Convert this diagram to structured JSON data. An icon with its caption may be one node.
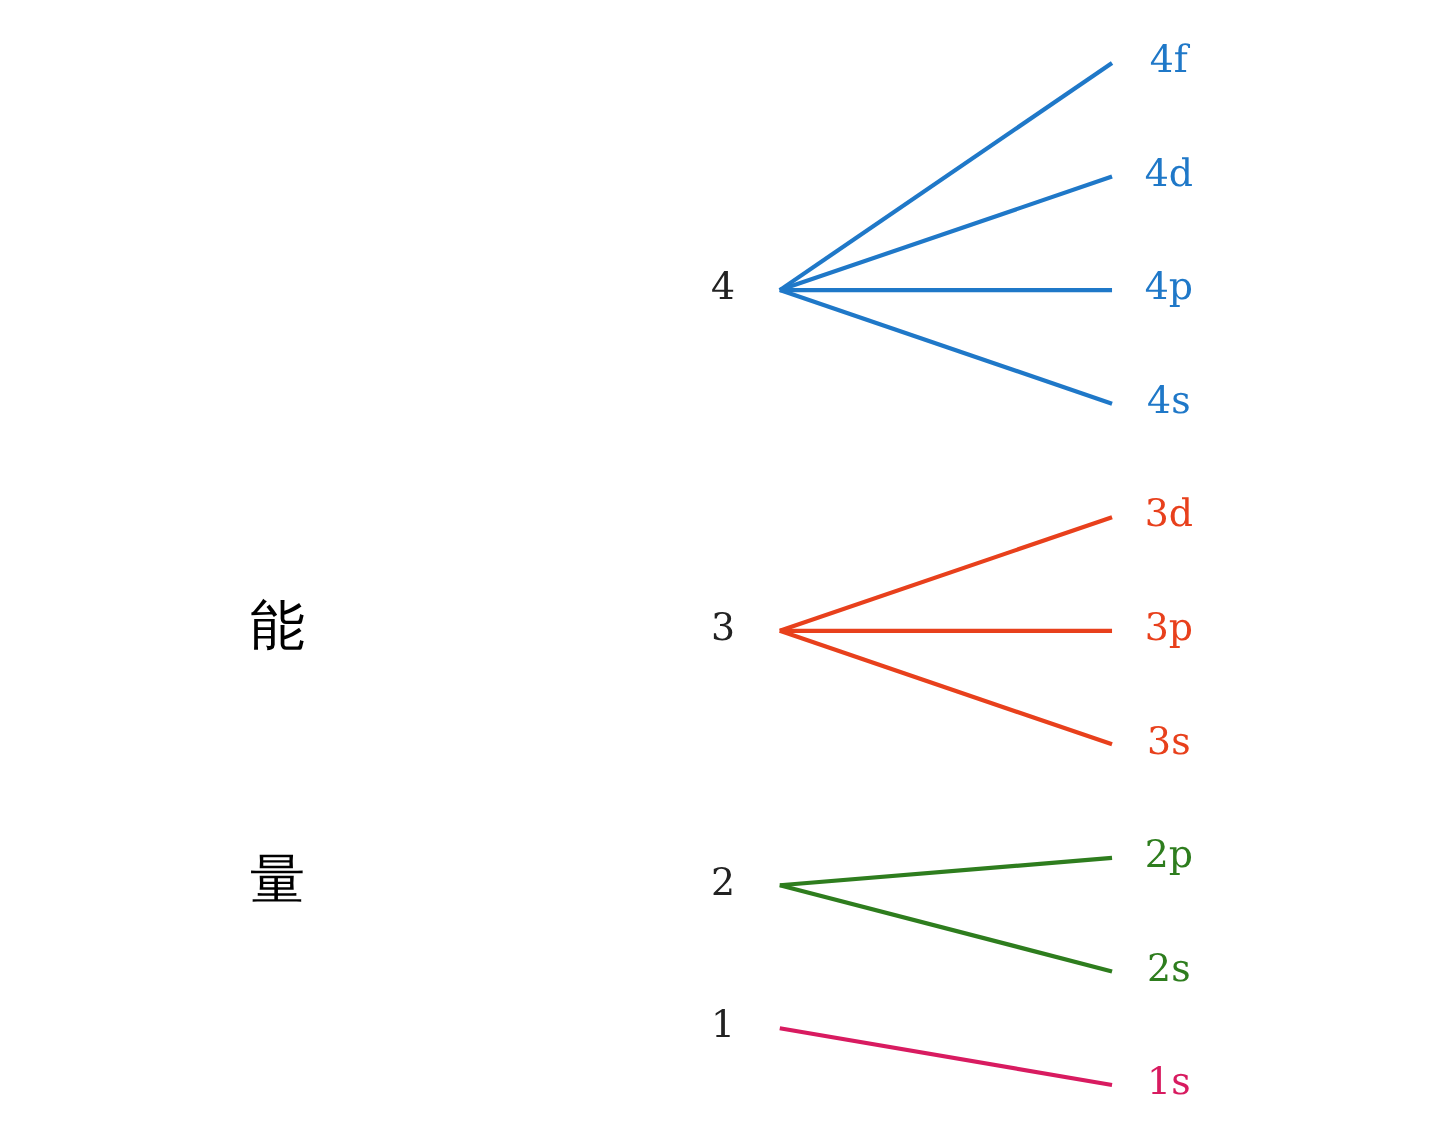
{
  "diagram": {
    "nodes": [
      {
        "text": [
          "4"
        ]
      },
      {
        "text": [
          "3"
        ]
      },
      {
        "text": [
          "2"
        ]
      },
      {
        "text": [
          "1"
        ]
      },
      {
        "text": [
          "4f"
        ]
      },
      {
        "text": [
          "4d"
        ]
      },
      {
        "text": [
          "4p"
        ]
      },
      {
        "text": [
          "4s"
        ]
      },
      {
        "text": [
          "3d"
        ]
      },
      {
        "text": [
          "3p"
        ]
      },
      {
        "text": [
          "3s"
        ]
      },
      {
        "text": [
          "2p"
        ]
      },
      {
        "text": [
          "2s"
        ]
      },
      {
        "text": [
          "1s"
        ]
      }
    ],
    "edges": [
      {
        "from": 0,
        "to": 4,
        "arrow": "none",
        "color": "#1f78c8"
      },
      {
        "from": 0,
        "to": 5,
        "arrow": "none",
        "color": "#1f78c8"
      },
      {
        "from": 0,
        "to": 6,
        "arrow": "none",
        "color": "#1f78c8"
      },
      {
        "from": 0,
        "to": 7,
        "arrow": "none",
        "color": "#1f78c8"
      },
      {
        "from": 1,
        "to": 8,
        "arrow": "none",
        "color": "#e8401c"
      },
      {
        "from": 1,
        "to": 9,
        "arrow": "none",
        "color": "#e8401c"
      },
      {
        "from": 1,
        "to": 10,
        "arrow": "none",
        "color": "#e8401c"
      },
      {
        "from": 2,
        "to": 11,
        "arrow": "none",
        "color": "#2e7d1e"
      },
      {
        "from": 2,
        "to": 12,
        "arrow": "none",
        "color": "#2e7d1e"
      },
      {
        "from": 3,
        "to": 13,
        "arrow": "none",
        "color": "#d81b60"
      }
    ],
    "labels": [
      "能",
      "量"
    ]
  }
}
